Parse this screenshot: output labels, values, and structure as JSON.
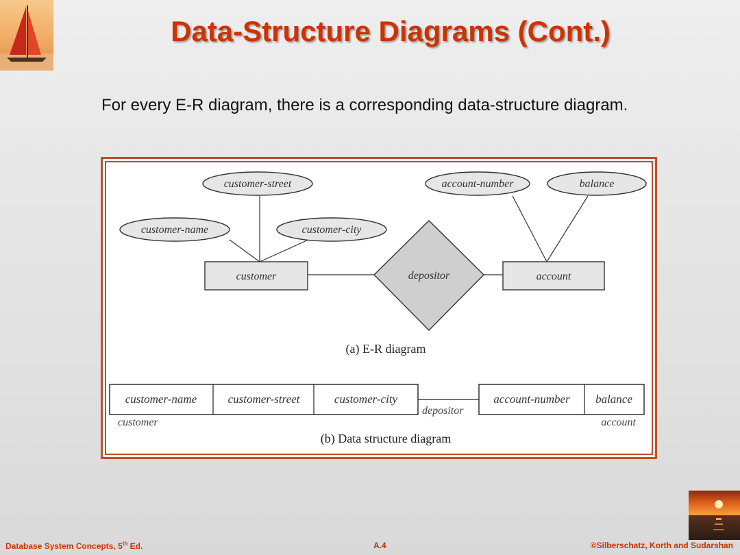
{
  "title": "Data-Structure Diagrams (Cont.)",
  "intro": "For every E-R diagram, there is a corresponding data-structure diagram.",
  "er_diagram": {
    "caption": "(a) E-R diagram",
    "attributes": {
      "customer_street": "customer-street",
      "customer_name": "customer-name",
      "customer_city": "customer-city",
      "account_number": "account-number",
      "balance": "balance"
    },
    "entities": {
      "customer": "customer",
      "account": "account"
    },
    "relationship": "depositor"
  },
  "ds_diagram": {
    "caption": "(b) Data structure diagram",
    "customer_fields": [
      "customer-name",
      "customer-street",
      "customer-city"
    ],
    "account_fields": [
      "account-number",
      "balance"
    ],
    "customer_label": "customer",
    "account_label": "account",
    "link_label": "depositor"
  },
  "footer": {
    "left_main": "Database System Concepts, 5",
    "left_sup": "th",
    "left_tail": " Ed.",
    "center": "A.4",
    "right": "©Silberschatz, Korth and Sudarshan"
  },
  "colors": {
    "title": "#cc3300",
    "frame": "#c0502a",
    "attribute_fill": "#e6e6e6",
    "relationship_fill": "#cfcfcf"
  }
}
